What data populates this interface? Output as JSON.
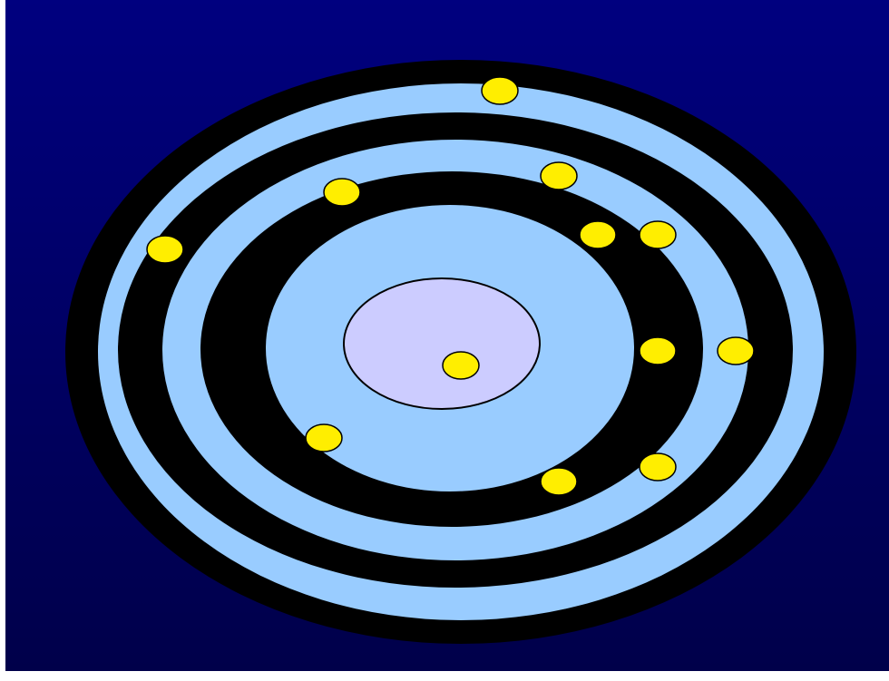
{
  "diagram": {
    "colors": {
      "background_top": "#00007f",
      "background_bottom": "#00004a",
      "frame": "#ffffff",
      "shell_dark": "#000000",
      "shell_light": "#99ccff",
      "nucleus_fill": "#ccccff",
      "nucleus_outline": "#000000",
      "electron_fill": "#ffee00",
      "electron_outline": "#000000"
    },
    "rings": [
      {
        "name": "outer-dark-ring",
        "color": "shell_dark"
      },
      {
        "name": "outer-light-ring",
        "color": "shell_light"
      },
      {
        "name": "middle-dark-ring",
        "color": "shell_dark"
      },
      {
        "name": "middle-light-ring",
        "color": "shell_light"
      },
      {
        "name": "inner-dark-ring",
        "color": "shell_dark"
      },
      {
        "name": "inner-light-ring",
        "color": "shell_light"
      }
    ],
    "nucleus": {
      "name": "nucleus"
    },
    "electrons": [
      {
        "name": "electron-nucleus-center"
      },
      {
        "name": "electron-top-outer"
      },
      {
        "name": "electron-left-outer"
      },
      {
        "name": "electron-right-outer"
      },
      {
        "name": "electron-upper-middle-left"
      },
      {
        "name": "electron-upper-middle-right"
      },
      {
        "name": "electron-inner-upper-a"
      },
      {
        "name": "electron-inner-upper-b"
      },
      {
        "name": "electron-inner-right"
      },
      {
        "name": "electron-inner-lower-left"
      },
      {
        "name": "electron-inner-lower-center"
      },
      {
        "name": "electron-inner-lower-right"
      }
    ]
  }
}
